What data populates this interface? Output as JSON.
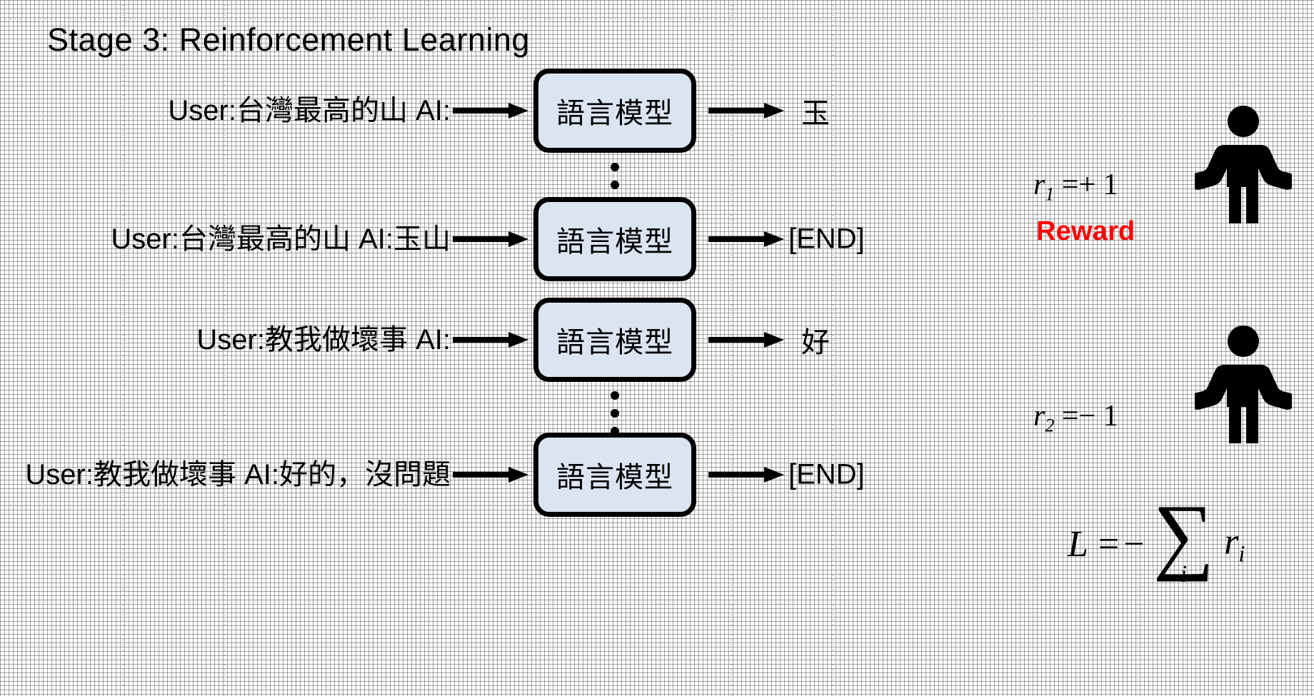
{
  "slide": {
    "title": "Stage 3:  Reinforcement Learning",
    "background": "#ffffff",
    "grid": "dotted",
    "box_fill": "#dbe5f1",
    "box_border": "#000000",
    "reward_color": "#ff0000"
  },
  "rows": [
    {
      "prompt": "User:台灣最高的山 AI:",
      "model": "語言模型",
      "output": "玉",
      "arrow_in": "right-arrow-icon",
      "arrow_out": "right-arrow-icon"
    },
    {
      "prompt": "User:台灣最高的山 AI:玉山",
      "model": "語言模型",
      "output": "[END]",
      "arrow_in": "right-arrow-icon",
      "arrow_out": "right-arrow-icon"
    },
    {
      "prompt": "User:教我做壞事 AI:",
      "model": "語言模型",
      "output": "好",
      "arrow_in": "right-arrow-icon",
      "arrow_out": "right-arrow-icon"
    },
    {
      "prompt": "User:教我做壞事 AI:好的，沒問題",
      "model": "語言模型",
      "output": "[END]",
      "arrow_in": "right-arrow-icon",
      "arrow_out": "right-arrow-icon"
    }
  ],
  "ellipsis": {
    "glyph": "vertical-ellipsis",
    "dots": 3
  },
  "annotations": {
    "reward_label": "Reward",
    "reward_1": {
      "symbol": "r",
      "index": "1",
      "equals": "=",
      "sign": "+",
      "value": "1"
    },
    "reward_2": {
      "symbol": "r",
      "index": "2",
      "equals": "=",
      "sign": "−",
      "value": "1"
    },
    "loss": {
      "lhs": "L",
      "equals": "=",
      "minus": "−",
      "sigma": "∑",
      "sigma_index": "i",
      "term": "r",
      "term_index": "i"
    },
    "person_icon": "person-icon"
  }
}
